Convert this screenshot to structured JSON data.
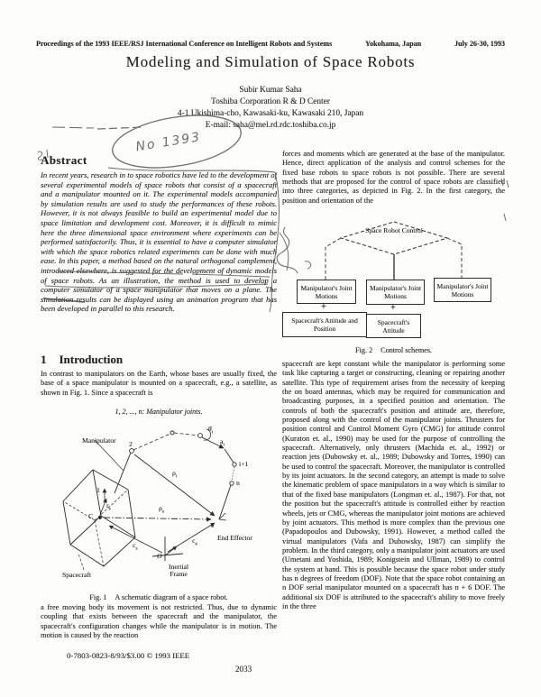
{
  "header": {
    "proceedings": "Proceedings of the 1993 IEEE/RSJ International Conference on Intelligent Robots and Systems",
    "location": "Yokohama, Japan",
    "dates": "July 26-30, 1993"
  },
  "title": "Modeling and Simulation of Space Robots",
  "author": {
    "name": "Subir Kumar Saha",
    "affiliation": "Toshiba Corporation R & D Center",
    "address": "4-1 Ukishima-cho, Kawasaki-ku, Kawasaki 210, Japan",
    "email": "E-mail: saha@mel.rd.rdc.toshiba.co.jp"
  },
  "handwritten_note": "No 1393",
  "abstract": {
    "heading": "Abstract",
    "text": "In recent years, research in to space robotics have led to the development of several experimental models of space robots that consist of a spacecraft and a manipulator mounted on it. The experimental models accompanied by simulation results are used to study the performances of these robots. However, it is not always feasible to build an experimental model due to space limitation and development cost. Moreover, it is difficult to mimic here the three dimensional space environment where experiments can be performed satisfactorily. Thus, it is essential to have a computer simulator with which the space robotics related experiments can be done with much ease. In this paper, a method based on the natural orthogonal complement, introduced elsewhere, is suggested for the development of dynamic models of space robots. As an illustration, the method is used to develop a computer simulator of a space manipulator that moves on a plane. The simulation results can be displayed using an animation program that has been developed in parallel to this research."
  },
  "section1": {
    "number": "1",
    "heading": "Introduction",
    "para1": "In contrast to manipulators on the Earth, whose bases are usually fixed, the base of a space manipulator is mounted on a spacecraft, e.g., a satellite, as shown in Fig. 1. Since a spacecraft is",
    "para2": "a free moving body its movement is not restricted. Thus, due to dynamic coupling that exists between the spacecraft and the manipulator, the spacecraft's configuration changes while the manipulator is in motion. The motion is caused by the reaction"
  },
  "figure1": {
    "joints_note": "1, 2, ..., n:  Manipulator joints.",
    "caption_label": "Fig. 1",
    "caption_text": "A schematic diagram of a space robot.",
    "labels": {
      "manipulator": "Manipulator",
      "spacecraft": "Spacecraft",
      "end_effector": "End Effector",
      "inertial_frame": "Inertial Frame",
      "joint_1": "1",
      "joint_2": "2",
      "joint_i_plus_1": "i+1",
      "joint_n": "n",
      "e_point": "e",
      "c_mass": "C",
      "origin": "O",
      "theta_dot": {
        "b": "θ̇",
        "s": "i"
      },
      "a_i": {
        "b": "a",
        "s": "i"
      },
      "rho_i": {
        "b": "ρ",
        "s": "i"
      },
      "rho_s": {
        "b": "ρ",
        "s": "s"
      },
      "r_s": {
        "b": "r",
        "s": "s"
      },
      "c_s": {
        "b": "c",
        "s": "s"
      },
      "c_e": {
        "b": "c",
        "s": "e"
      }
    }
  },
  "right_column": {
    "para1": "forces and moments which are generated at the base of the manipulator. Hence, direct application of the analysis and control schemes for the fixed base robots to space robots is not possible. There are several methods that are proposed for the control of space robots are classified into three categories, as depicted in Fig. 2. In the first category, the position and orientation of the",
    "para2": "spacecraft are kept constant while the manipulator is performing some task like capturing a target or constructing, cleaning or repairing another satellite. This type of requirement arises from the necessity of keeping the on board antennas, which may be required for communication and broadcasting purposes, in a specified position and orientation. The controls of both the spacecraft's position and attitude are, therefore, proposed along with the control of the manipulator joints. Thrusters for position control and Control Moment Gyro (CMG) for attitude control (Kuraton et. al., 1990) may be used for the purpose of controlling the spacecraft. Alternatively, only thrusters (Machida et. al., 1992) or reaction jets (Dubowsky et. al., 1989; Dubowsky and Torres, 1990) can be used to control the spacecraft. Moreover, the manipulator is controlled by its joint actuators. In the second category, an attempt is made to solve the kinematic problem of space manipulators in a way which is similar to that of the fixed base manipulators (Longman et. al., 1987). For that, not the position but the spacecraft's attitude is controlled either by reaction wheels, jets or CMG, whereas the manipulator joint motions are achieved by joint actuators. This method is more complex than the previous one (Papadopoulos and Dubowsky, 1991). However, a method called the virtual manipulators (Vafa and Dubowsky, 1987) can simplify the problem. In the third category, only a manipulator joint actuators are used (Umetani and Yoshida, 1989; Konigstein and Ullman, 1989) to control the system at hand. This is possible because the space robot under study has n degrees of freedom (DOF). Note that the space robot containing an n DOF serial manipulator mounted on a spacecraft has n + 6 DOF. The additional six DOF is attributed to the spacecraft's ability to move freely in the three"
  },
  "figure2": {
    "caption_label": "Fig. 2",
    "caption_text": "Control schemes.",
    "diamond": "Space Robot Control",
    "top_boxes": [
      "Manipulator's Joint Motions",
      "Manipulator's Joint Motions",
      "Manipulator's Joint Motions"
    ],
    "plus_left": "+",
    "plus_middle": "+",
    "bottom_boxes": [
      "Spacecraft's Attitude and Position",
      "Spacecraft's Attitude"
    ]
  },
  "footer": {
    "copyright": "0-7803-0823-8/93/$3.00 © 1993 IEEE",
    "page_number": "2033"
  }
}
